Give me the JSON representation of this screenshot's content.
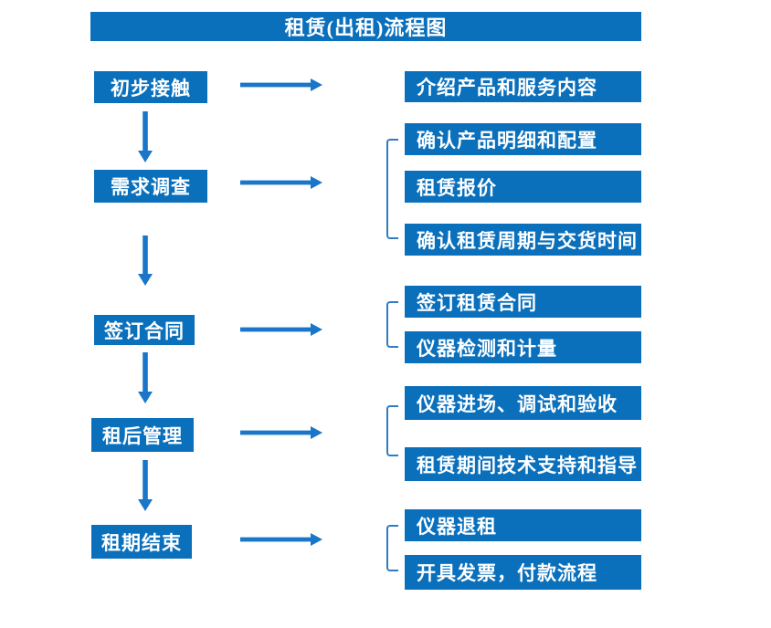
{
  "title": "租赁(出租)流程图",
  "colors": {
    "box_blue": "#0b70bc",
    "arrow_blue": "#1a76c8",
    "bracket_blue": "#2f7cc5",
    "text": "#ffffff",
    "background": "#ffffff"
  },
  "steps": [
    {
      "label": "初步接触",
      "details": [
        "介绍产品和服务内容"
      ]
    },
    {
      "label": "需求调查",
      "details": [
        "确认产品明细和配置",
        "租赁报价",
        "确认租赁周期与交货时间"
      ]
    },
    {
      "label": "签订合同",
      "details": [
        "签订租赁合同",
        "仪器检测和计量"
      ]
    },
    {
      "label": "租后管理",
      "details": [
        "仪器进场、调试和验收",
        "租赁期间技术支持和指导"
      ]
    },
    {
      "label": "租期结束",
      "details": [
        "仪器退租",
        "开具发票，付款流程"
      ]
    }
  ]
}
